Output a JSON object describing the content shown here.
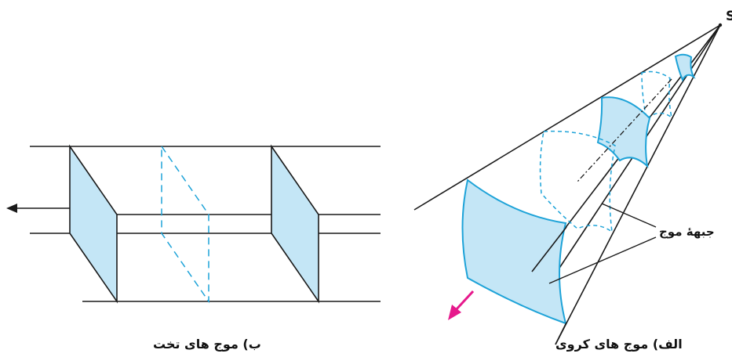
{
  "labels": {
    "source": "S",
    "wavefront": "جبههٔ موج",
    "caption_spherical": "الف) موج های کروی",
    "caption_plane": "ب) موج های تخت"
  },
  "colors": {
    "line": "#1a1a1a",
    "fill": "#c4e6f6",
    "edge": "#1ea3d8",
    "dashed": "#1ea3d8",
    "arrow": "#e6198c"
  }
}
